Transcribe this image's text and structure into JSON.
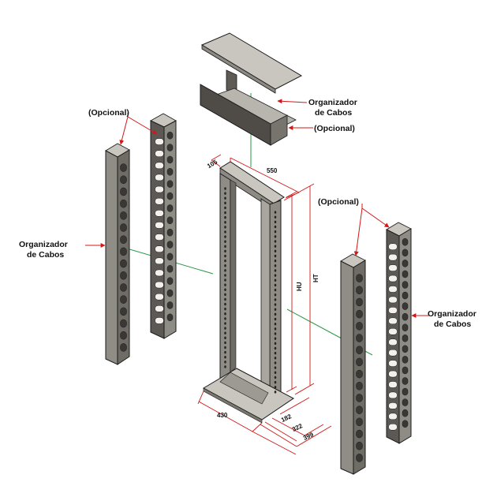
{
  "labels": {
    "organizer": "Organizador",
    "organizer_line2": "de Cabos",
    "optional": "(Opcional)"
  },
  "dimensions": {
    "top_depth": "105",
    "top_width": "550",
    "usable_height": "HU",
    "total_height": "HT",
    "base_width": "430",
    "base_d1": "182",
    "base_d2": "322",
    "base_d3": "399"
  },
  "colors": {
    "metal": "#9a9790",
    "metal_dark": "#6f6c66",
    "metal_light": "#c9c6bf",
    "outline": "#1a1a1a",
    "red_lines": "#d01818",
    "green_axis": "#2e9a4a"
  },
  "slot_counts": {
    "left_organizer": 16,
    "left_optional": 16,
    "right_organizer": 16,
    "right_optional": 18
  }
}
